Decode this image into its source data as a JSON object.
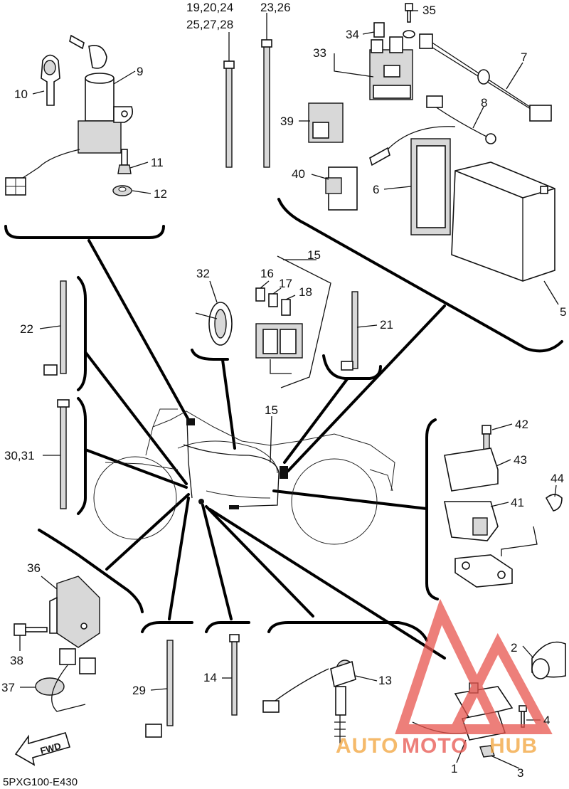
{
  "diagram": {
    "code": "5PXG100-E430",
    "fwd_label": "FWD",
    "watermark": {
      "part1": "AUTO",
      "part2": "MOTO",
      "part3": "HUB"
    },
    "callouts": {
      "c1": "1",
      "c2": "2",
      "c3": "3",
      "c4": "4",
      "c5": "5",
      "c6": "6",
      "c7": "7",
      "c8": "8",
      "c9": "9",
      "c10": "10",
      "c11": "11",
      "c12": "12",
      "c13": "13",
      "c14": "14",
      "c15a": "15",
      "c15b": "15",
      "c16": "16",
      "c17": "17",
      "c18": "18",
      "c19": "19,20,24",
      "c19b": "25,27,28",
      "c21": "21",
      "c22": "22",
      "c23": "23,26",
      "c29": "29",
      "c30": "30,31",
      "c32": "32",
      "c33": "33",
      "c34": "34",
      "c35": "35",
      "c36": "36",
      "c37": "37",
      "c38": "38",
      "c39": "39",
      "c40": "40",
      "c41": "41",
      "c42": "42",
      "c43": "43",
      "c44": "44"
    }
  }
}
